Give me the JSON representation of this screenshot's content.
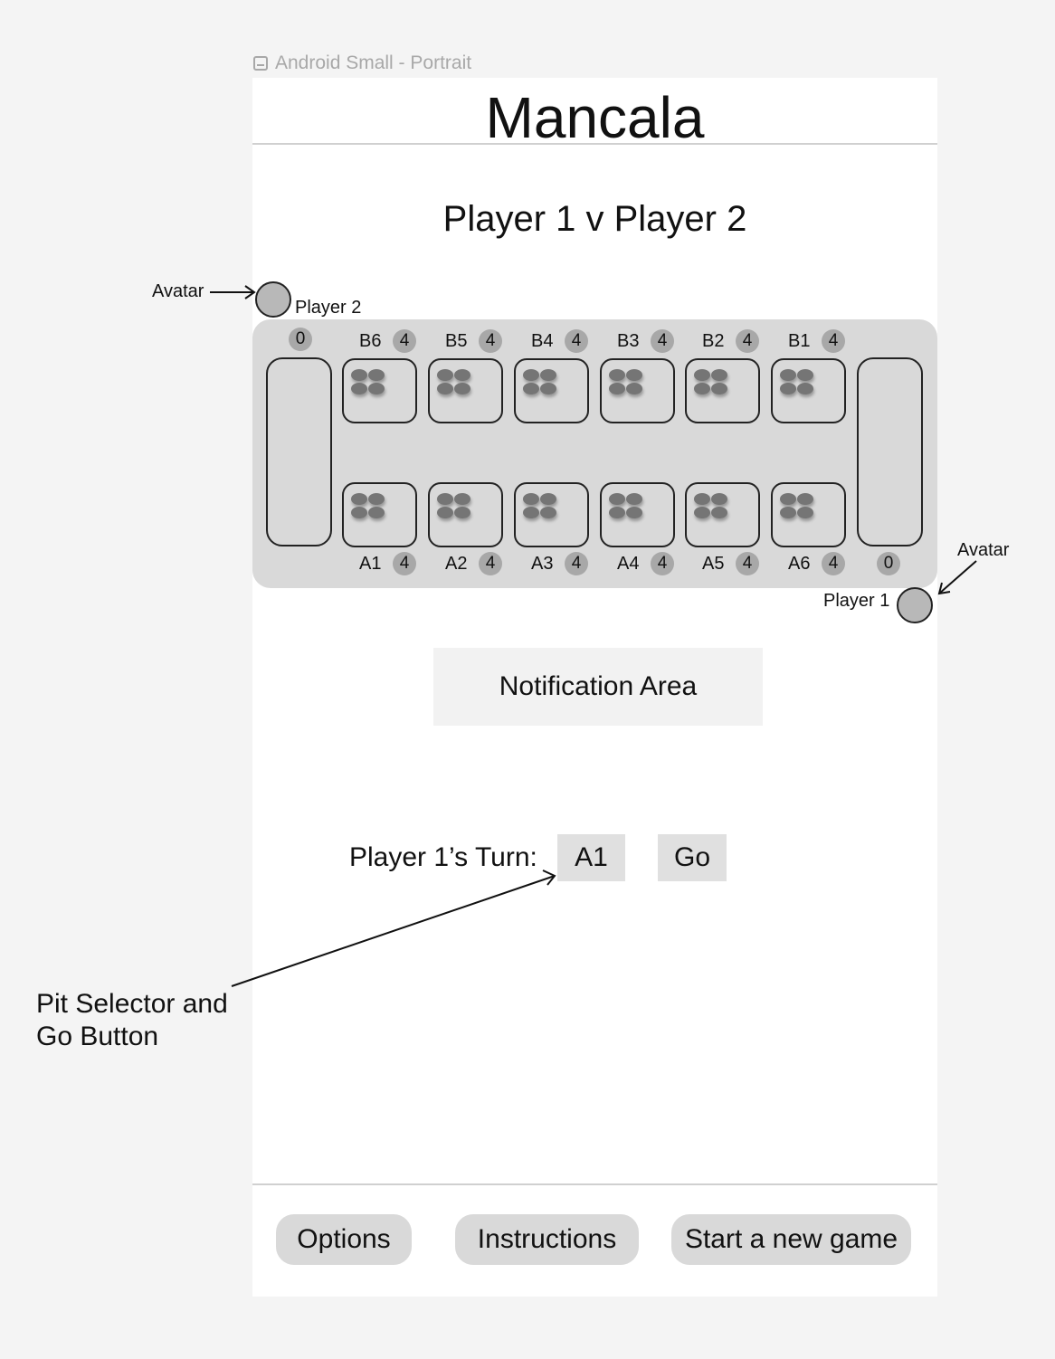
{
  "frame": {
    "label": "Android Small - Portrait",
    "icon": "frame-icon"
  },
  "app": {
    "title": "Mancala"
  },
  "match": {
    "title": "Player 1 v Player 2"
  },
  "players": {
    "top": {
      "name": "Player 2",
      "store_count": "0"
    },
    "bottom": {
      "name": "Player 1",
      "store_count": "0"
    }
  },
  "board": {
    "top_pits": [
      {
        "label": "B6",
        "count": "4",
        "stones": 4
      },
      {
        "label": "B5",
        "count": "4",
        "stones": 4
      },
      {
        "label": "B4",
        "count": "4",
        "stones": 4
      },
      {
        "label": "B3",
        "count": "4",
        "stones": 4
      },
      {
        "label": "B2",
        "count": "4",
        "stones": 4
      },
      {
        "label": "B1",
        "count": "4",
        "stones": 4
      }
    ],
    "bottom_pits": [
      {
        "label": "A1",
        "count": "4",
        "stones": 4
      },
      {
        "label": "A2",
        "count": "4",
        "stones": 4
      },
      {
        "label": "A3",
        "count": "4",
        "stones": 4
      },
      {
        "label": "A4",
        "count": "4",
        "stones": 4
      },
      {
        "label": "A5",
        "count": "4",
        "stones": 4
      },
      {
        "label": "A6",
        "count": "4",
        "stones": 4
      }
    ],
    "colors": {
      "board": "#d9d9d9",
      "stone": "#757575",
      "badge": "#a8a8a8"
    }
  },
  "notification": {
    "text": "Notification Area"
  },
  "turn": {
    "label": "Player 1’s Turn:",
    "selected_pit": "A1",
    "go_label": "Go"
  },
  "footer": {
    "options_label": "Options",
    "instructions_label": "Instructions",
    "new_game_label": "Start a new game"
  },
  "annotations": {
    "avatar_top": "Avatar",
    "avatar_bottom": "Avatar",
    "pit_selector_line1": "Pit Selector and",
    "pit_selector_line2": "Go Button"
  }
}
